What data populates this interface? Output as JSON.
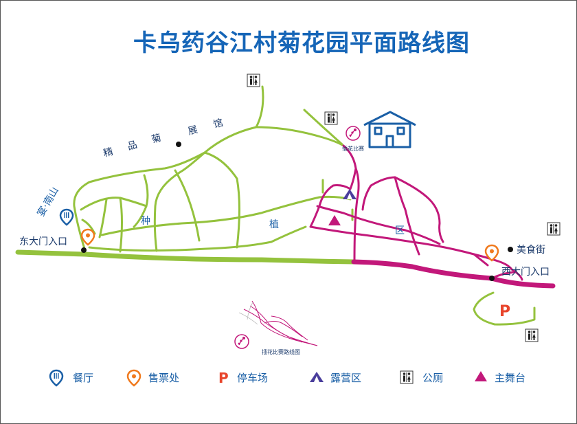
{
  "title": "卡乌药谷江村菊花园平面路线图",
  "map": {
    "exhibit_hall": [
      "精",
      "品",
      "菊",
      "展",
      "馆"
    ],
    "yan_nan_shan": "宴·南山",
    "plant_area": [
      "种",
      "植",
      "区"
    ],
    "east_gate": "东大门入口",
    "west_gate": "西大门入口",
    "food_street": "美食街",
    "flower_contest": "插花比赛",
    "flower_route": "插花比赛路线图",
    "parking_letter": "P"
  },
  "legend": {
    "restaurant": "餐厅",
    "ticket": "售票处",
    "parking": "停车场",
    "camp": "露营区",
    "toilet": "公厕",
    "stage": "主舞台"
  },
  "colors": {
    "green_path": "#94c23d",
    "magenta_path": "#c2187a",
    "blue": "#1a5fa6",
    "orange": "#f07a1e",
    "parking": "#e8452c"
  }
}
